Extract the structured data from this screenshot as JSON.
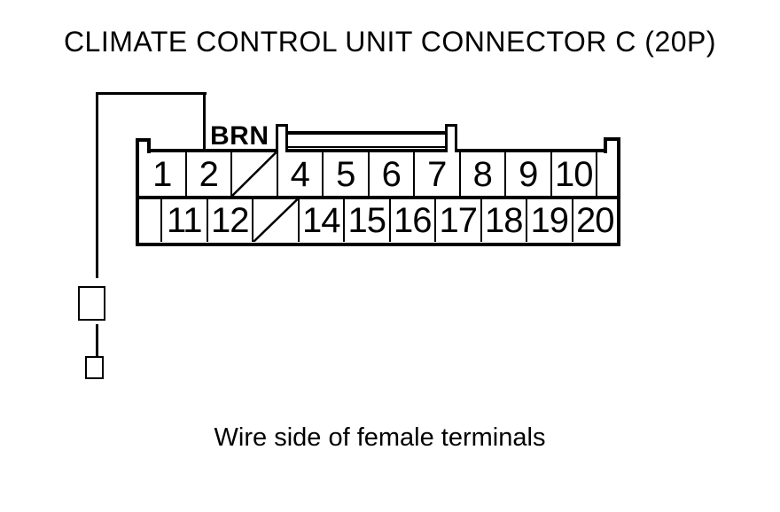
{
  "colors": {
    "ink": "#000000",
    "background": "#ffffff"
  },
  "title": "CLIMATE CONTROL UNIT CONNECTOR C (20P)",
  "caption": "Wire side of female terminals",
  "wire": {
    "label": "BRN"
  },
  "connector": {
    "rows": 2,
    "pin_count": 20,
    "top_row_labels": [
      "1",
      "2",
      "",
      "4",
      "5",
      "6",
      "7",
      "8",
      "9",
      "10"
    ],
    "bottom_row_labels": [
      "11",
      "12",
      "",
      "14",
      "15",
      "16",
      "17",
      "18",
      "19",
      "20"
    ],
    "slashed_pins": [
      "3",
      "13"
    ]
  }
}
